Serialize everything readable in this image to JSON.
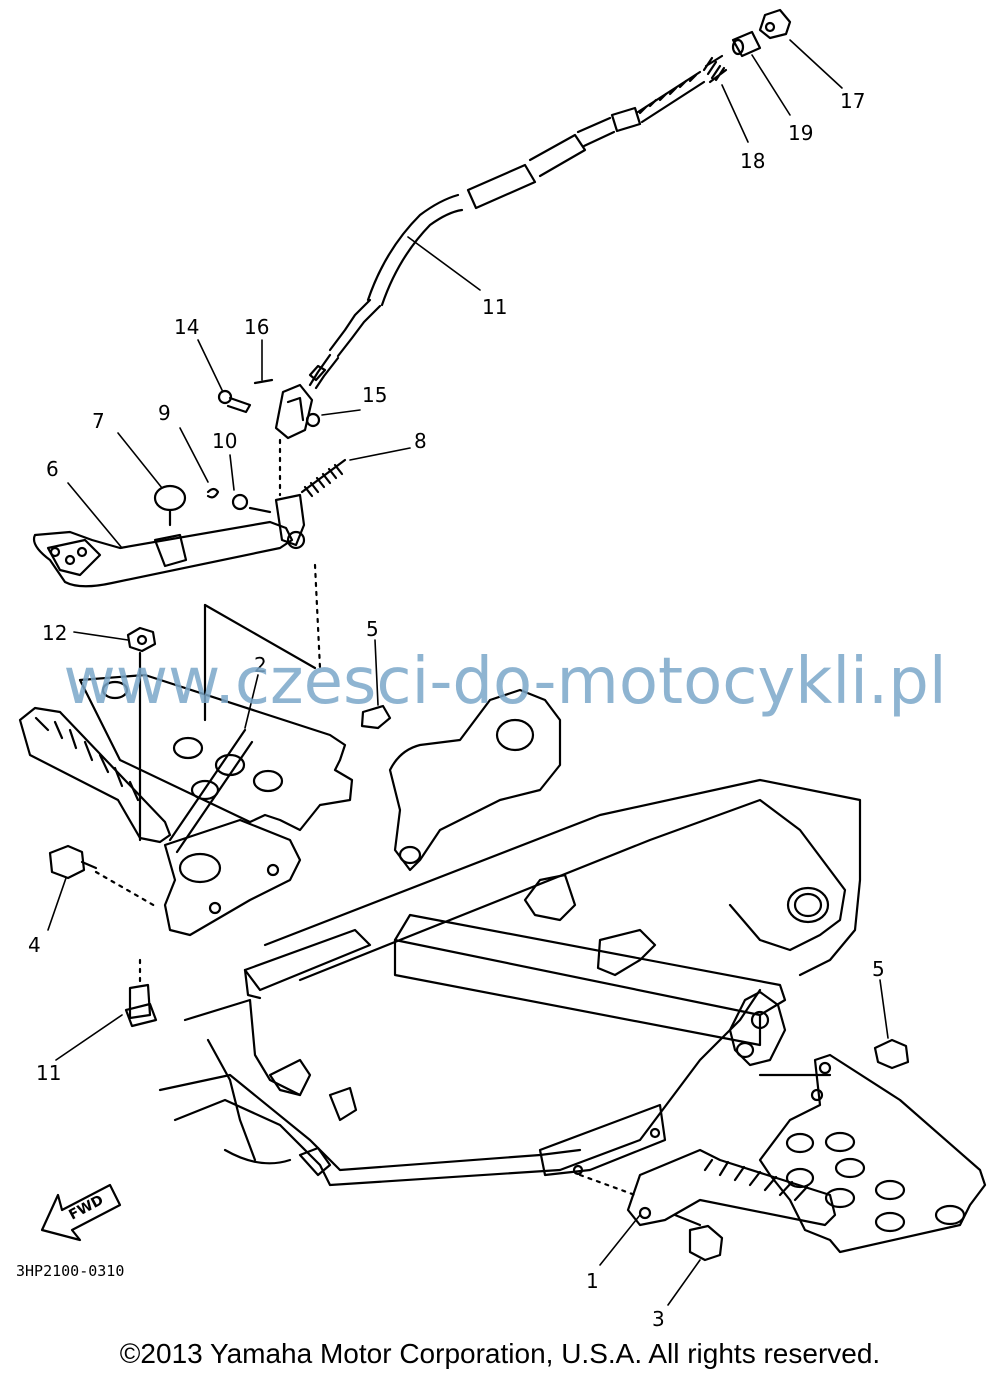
{
  "watermark": "www.czesci-do-motocykli.pl",
  "drawing_code": "3HP2100-0310",
  "fwd_label": "FWD",
  "copyright": "©2013 Yamaha Motor Corporation, U.S.A. All rights reserved.",
  "callouts": {
    "c17": "17",
    "c19": "19",
    "c18": "18",
    "c11_top": "11",
    "c14": "14",
    "c16": "16",
    "c15": "15",
    "c7": "7",
    "c9": "9",
    "c10": "10",
    "c8": "8",
    "c6": "6",
    "c12": "12",
    "c2": "2",
    "c5_left": "5",
    "c4": "4",
    "c11_bottom": "11",
    "c5_right": "5",
    "c1": "1",
    "c3": "3"
  },
  "colors": {
    "line": "#000000",
    "watermark": "#7ba7c9",
    "background": "#ffffff"
  }
}
